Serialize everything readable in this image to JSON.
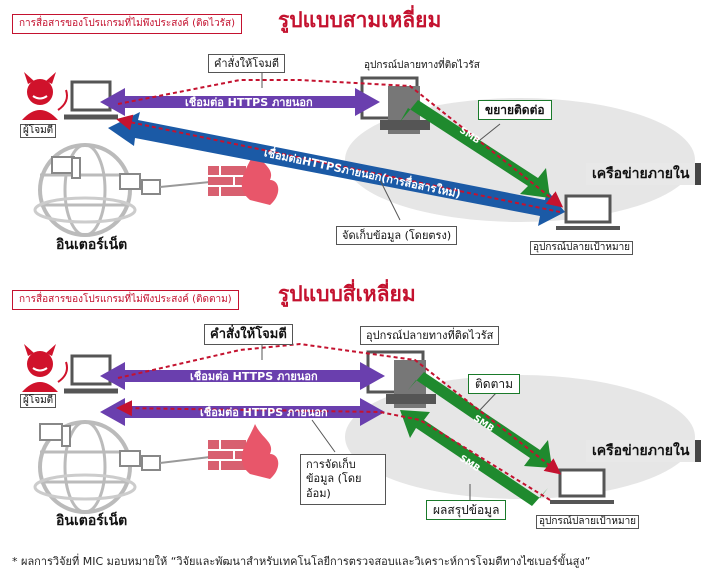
{
  "panels": [
    {
      "note": "การสื่อสารของโปรแกรมที่ไม่พึงประสงค์ (ติดไวรัส)",
      "title": "รูปแบบสามเหลี่ยม",
      "attacker_label": "ผู้โจมตี",
      "internet_label": "อินเตอร์เน็ต",
      "command_label": "คำสั่งให้โจมตี",
      "infected_label": "อุปกรณ์ปลายทางที่ติดไวรัส",
      "spread_label": "ขยายติดต่อ",
      "internal_net_label": "เครือข่ายภายใน",
      "target_label": "อุปกรณ์ปลายเป้าหมาย",
      "arrow_https_label": "เชื่อมต่อ HTTPS ภายนอก",
      "arrow_https_new_label": "เชื่อมต่อHTTPSภายนอก(การสื่อสารใหม่)",
      "arrow_smb_label": "SMB",
      "storage_label": "จัดเก็บข้อมูล (โดยตรง)"
    },
    {
      "note": "การสื่อสารของโปรแกรมที่ไม่พึงประสงค์ (ติดตาม)",
      "title": "รูปแบบสี่เหลี่ยม",
      "attacker_label": "ผู้โจมตี",
      "internet_label": "อินเตอร์เน็ต",
      "command_label": "คำสั่งให้โจมตี",
      "infected_label": "อุปกรณ์ปลายทางที่ติดไวรัส",
      "track_label": "ติดตาม",
      "internal_net_label": "เครือข่ายภายใน",
      "target_label": "อุปกรณ์ปลายเป้าหมาย",
      "arrow_https_label_1": "เชื่อมต่อ HTTPS ภายนอก",
      "arrow_https_label_2": "เชื่อมต่อ HTTPS ภายนอก",
      "arrow_smb_label_1": "SMB",
      "arrow_smb_label_2": "SMB",
      "storage_label": "การจัดเก็บข้อมูล (โดยอ้อม)",
      "result_label": "ผลสรุปข้อมูล"
    }
  ],
  "footnote": "* ผลการวิจัยที่ MIC มอบหมายให้ “วิจัยและพัฒนาสำหรับเทคโนโลยีการตรวจสอบและวิเคราะห์การโจมตีทางไซเบอร์ขั้นสูง”",
  "colors": {
    "purple": "#6a3fae",
    "blue": "#1b5aa6",
    "green": "#1f8a2e",
    "red": "#c4122f",
    "grey_net": "#e3e3e3"
  }
}
